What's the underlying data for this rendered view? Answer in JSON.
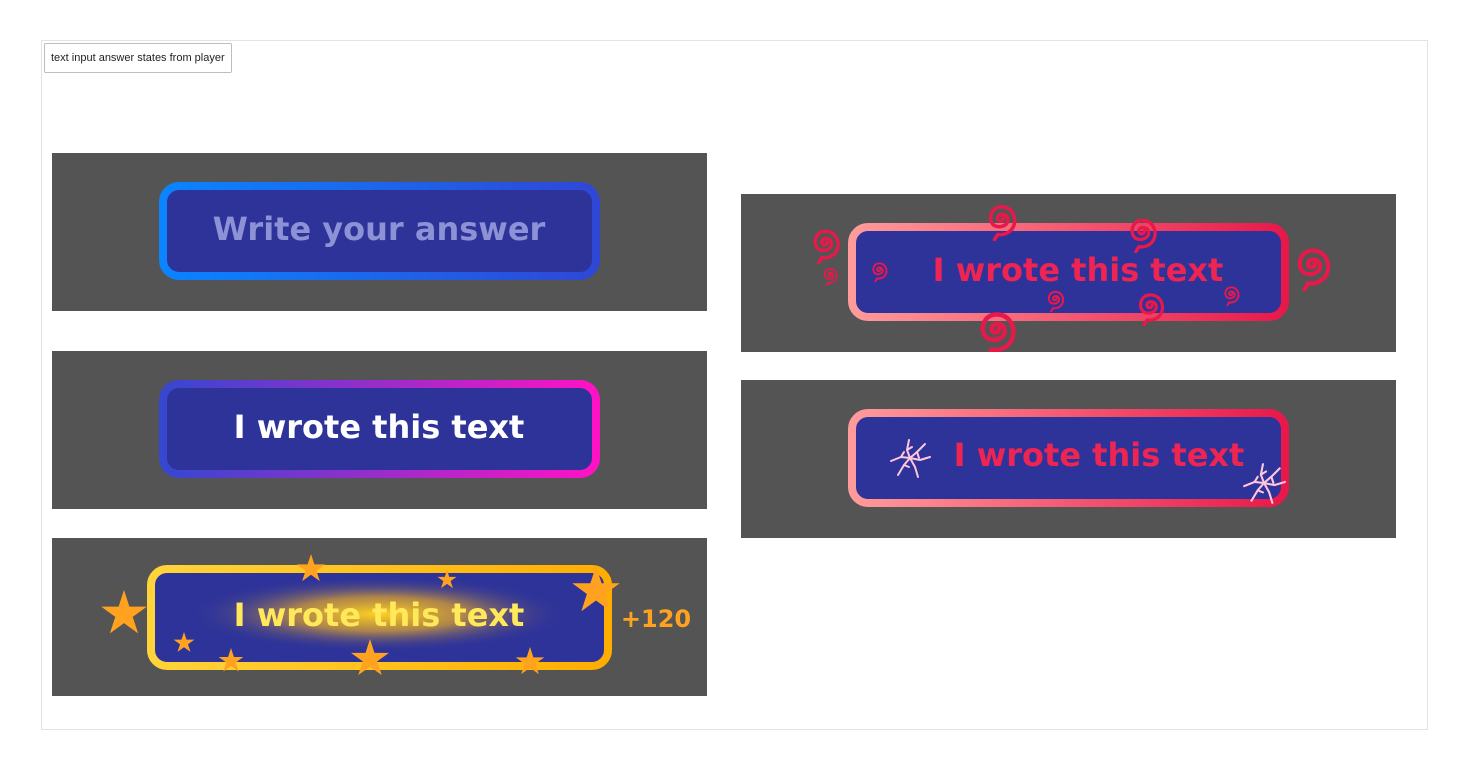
{
  "frame": {
    "label": "text input answer states from player"
  },
  "states": {
    "empty": {
      "placeholder": "Write your answer"
    },
    "typed": {
      "text": "I wrote this text"
    },
    "correct": {
      "text": "I wrote this text",
      "score": "+120"
    },
    "wrong": {
      "text": "I wrote this text"
    },
    "broken": {
      "text": "I wrote this text"
    }
  },
  "colors": {
    "panel_bg": "#545454",
    "field_fill": "#2e3399",
    "empty_border_start": "#0a84ff",
    "empty_border_end": "#2f47d6",
    "placeholder_text": "#8d92d6",
    "typed_border_start": "#3647d0",
    "typed_border_end": "#ff12c4",
    "typed_text": "#ffffff",
    "gold_border": "#ffbf00",
    "gold_text": "#ffe85a",
    "star": "#ffa21f",
    "wrong_border_start": "#ff9b9b",
    "wrong_border_end": "#e8184a",
    "wrong_text": "#ee2453",
    "spiral": "#e8184a",
    "crack": "#ffc6dd"
  }
}
